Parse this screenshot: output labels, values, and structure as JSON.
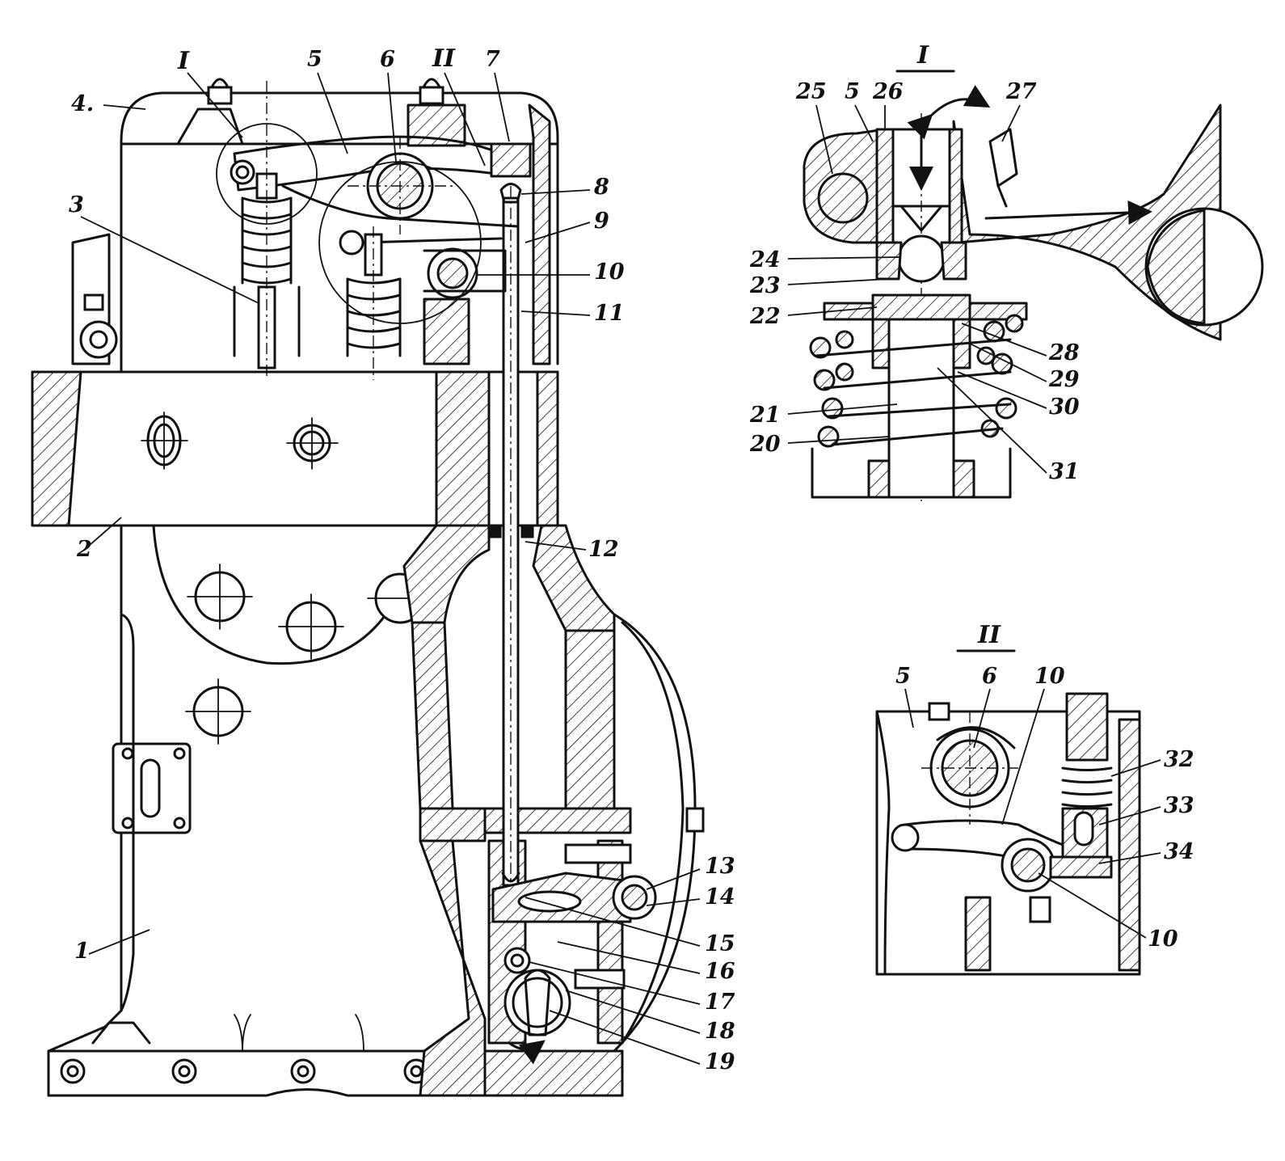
{
  "figure": {
    "main_view_labels": [
      "1",
      "2",
      "3",
      "4.",
      "5",
      "6",
      "7",
      "8",
      "9",
      "10",
      "11",
      "12",
      "13",
      "14",
      "15",
      "16",
      "17",
      "18",
      "19"
    ],
    "detail_I": {
      "title": "I",
      "labels": [
        "25",
        "5",
        "26",
        "27",
        "24",
        "23",
        "22",
        "28",
        "29",
        "30",
        "21",
        "20",
        "31"
      ]
    },
    "detail_II": {
      "title": "II",
      "labels": [
        "5",
        "6",
        "10",
        "32",
        "33",
        "34",
        "10"
      ]
    },
    "callout_markers": [
      "I",
      "II"
    ]
  }
}
